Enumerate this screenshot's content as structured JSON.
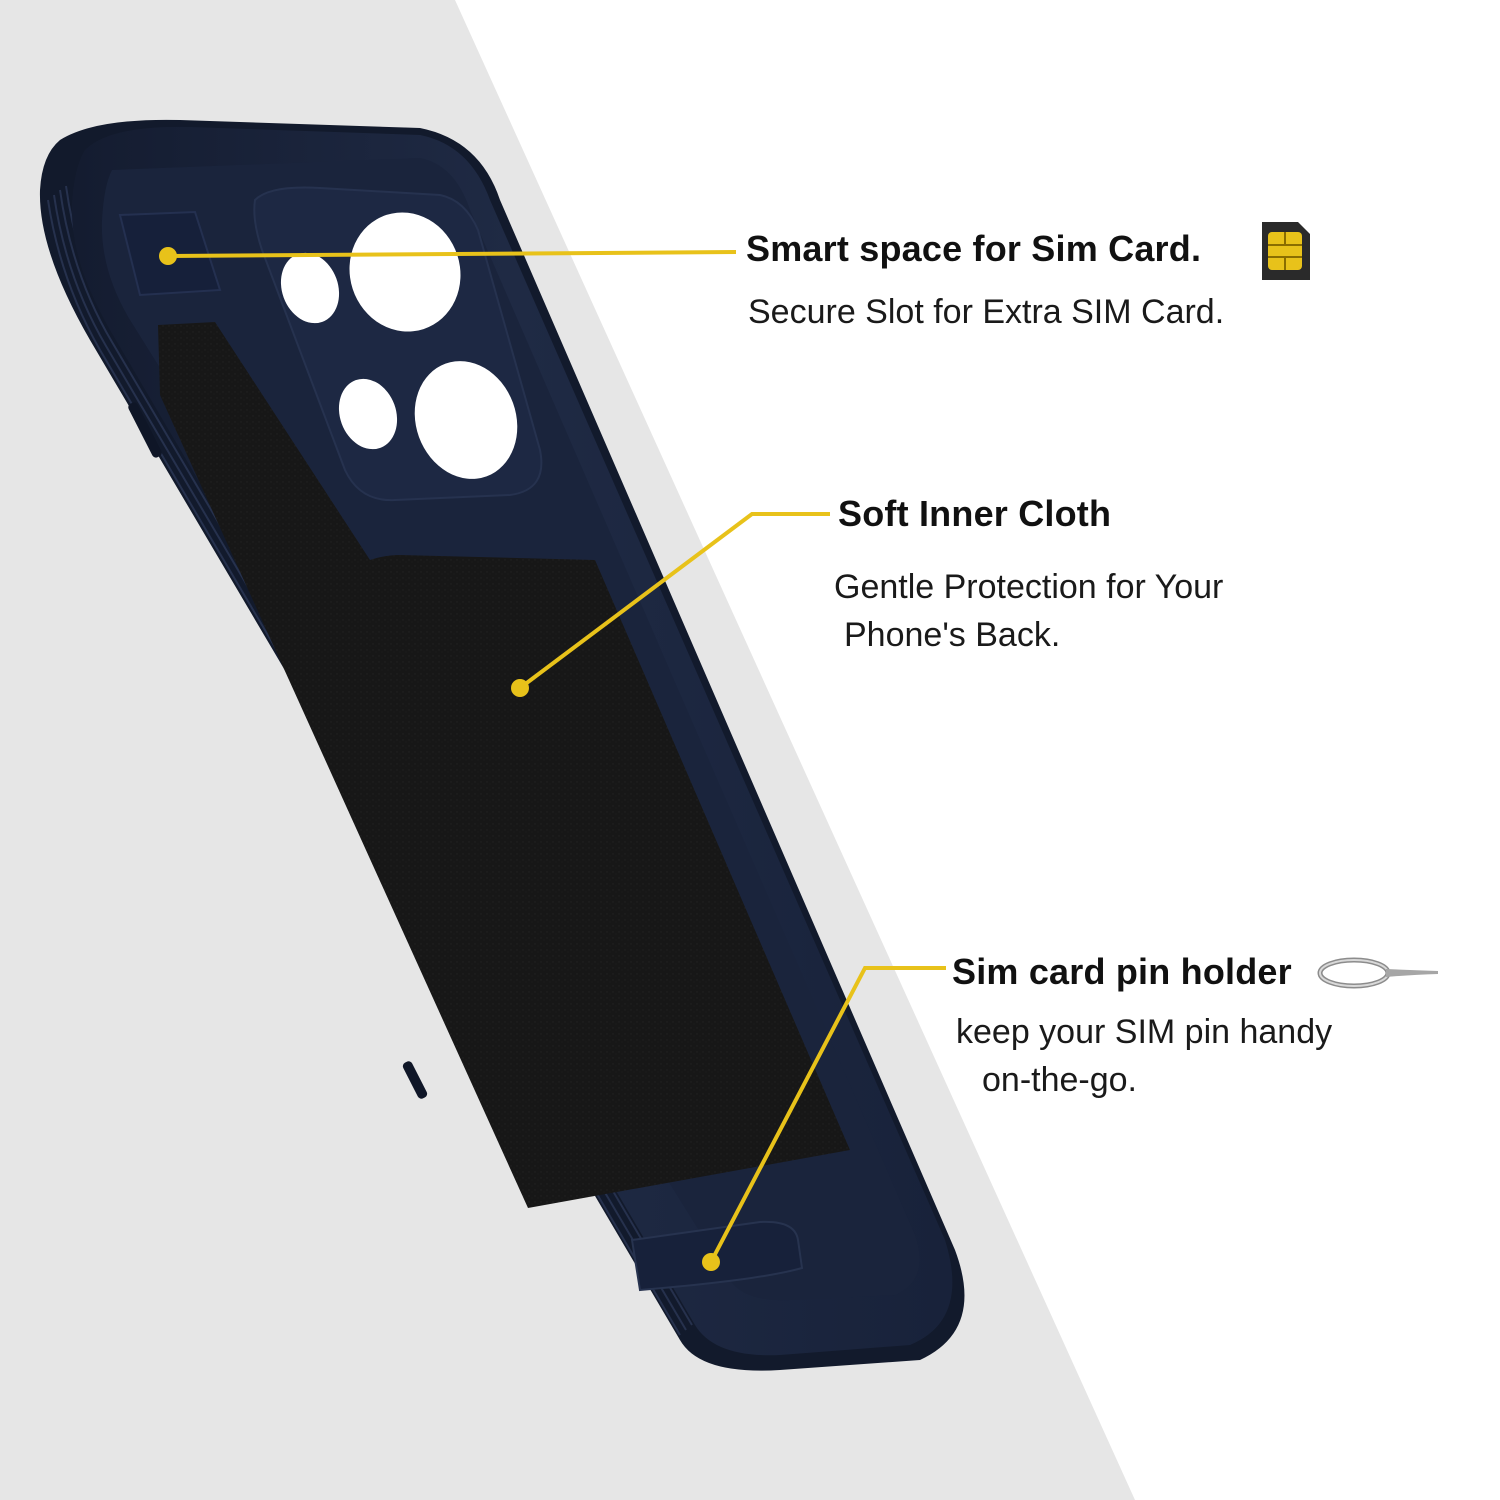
{
  "colors": {
    "background_grey": "#e6e6e6",
    "case_navy": "#1c2740",
    "cloth_black": "#161616",
    "callout_yellow": "#e8c21a",
    "text": "#111111"
  },
  "features": [
    {
      "title": "Smart space for Sim Card.",
      "desc_lines": [
        "Secure Slot for Extra SIM Card."
      ],
      "icon": "sim-card-icon"
    },
    {
      "title": "Soft Inner Cloth",
      "desc_lines": [
        "Gentle Protection for Your",
        "Phone's Back."
      ]
    },
    {
      "title": "Sim card pin holder",
      "desc_lines": [
        "keep your SIM pin handy",
        "on-the-go."
      ],
      "icon": "sim-eject-pin-icon"
    }
  ]
}
